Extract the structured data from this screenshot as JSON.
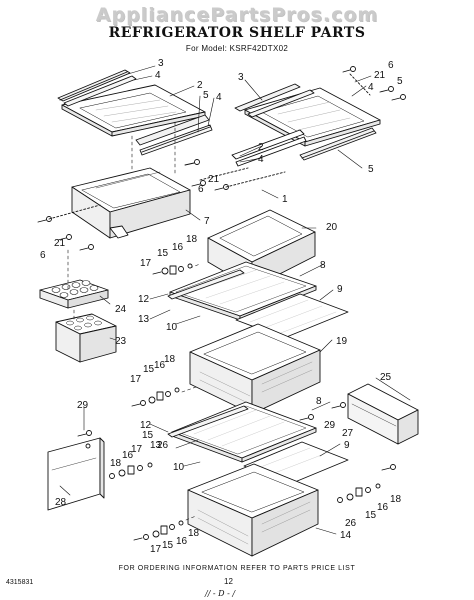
{
  "watermark": "AppliancePartsPros.com",
  "title": "REFRIGERATOR SHELF PARTS",
  "subtitle": "For Model: KSRF42DTX02",
  "footer": {
    "ordering": "FOR ORDERING INFORMATION REFER TO PARTS PRICE LIST",
    "code": "4315831",
    "page": "12",
    "mark": "// - D - /"
  },
  "callouts": {
    "c3a": "3",
    "c4a": "4",
    "c2a": "2",
    "c5a": "5",
    "c4b": "4",
    "c3b": "3",
    "c6a": "6",
    "c21a": "21",
    "c5b": "5",
    "c4c": "4",
    "c2b": "2",
    "c4d": "4",
    "c5c": "5",
    "c21b": "21",
    "c6b": "6",
    "c1": "1",
    "c7": "7",
    "c6c": "6",
    "c21c": "21",
    "c20": "20",
    "c17a": "17",
    "c15a": "15",
    "c16a": "16",
    "c18a": "18",
    "c8a": "8",
    "c9a": "9",
    "c12a": "12",
    "c24": "24",
    "c13a": "13",
    "c10a": "10",
    "c23": "23",
    "c19": "19",
    "c16b": "16",
    "c18b": "18",
    "c17b": "17",
    "c15b": "15",
    "c25": "25",
    "c29a": "29",
    "c8b": "8",
    "c29b": "29",
    "c27": "27",
    "c12b": "12",
    "c15c": "15",
    "c26a": "26",
    "c13b": "13",
    "c9b": "9",
    "c18c": "18",
    "c16c": "16",
    "c17c": "17",
    "c10b": "10",
    "c28": "28",
    "c26b": "26",
    "c15d": "15",
    "c16d": "16",
    "c18d": "18",
    "c14": "14",
    "c17d": "17",
    "c15e": "15",
    "c16e": "16",
    "c18e": "18"
  }
}
